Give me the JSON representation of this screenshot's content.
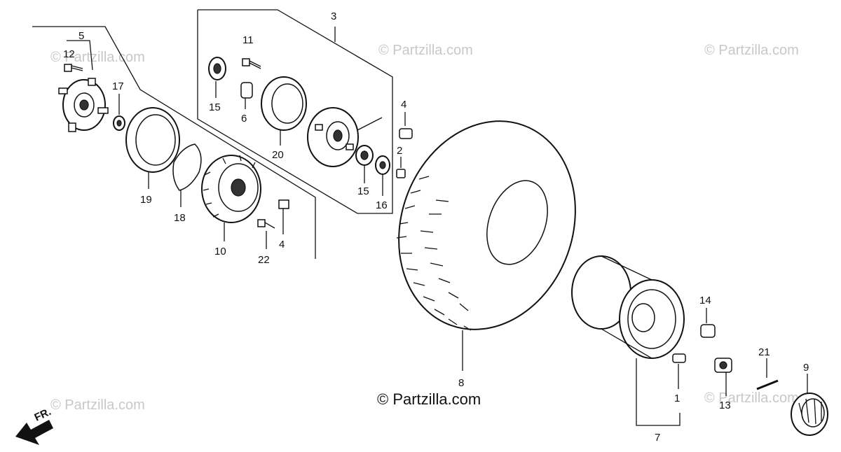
{
  "watermarks": {
    "top_left": "© Partzilla.com",
    "top_center": "© Partzilla.com",
    "top_right": "© Partzilla.com",
    "bottom_left": "© Partzilla.com",
    "bottom_right": "© Partzilla.com",
    "center": "© Partzilla.com"
  },
  "direction_label": "FR.",
  "callouts": {
    "p1": "1",
    "p2": "2",
    "p3": "3",
    "p4a": "4",
    "p4b": "4",
    "p5": "5",
    "p6": "6",
    "p7": "7",
    "p8": "8",
    "p9": "9",
    "p10": "10",
    "p11": "11",
    "p12": "12",
    "p13": "13",
    "p14": "14",
    "p15a": "15",
    "p15b": "15",
    "p16": "16",
    "p17": "17",
    "p18": "18",
    "p19": "19",
    "p20": "20",
    "p21": "21",
    "p22": "22"
  }
}
